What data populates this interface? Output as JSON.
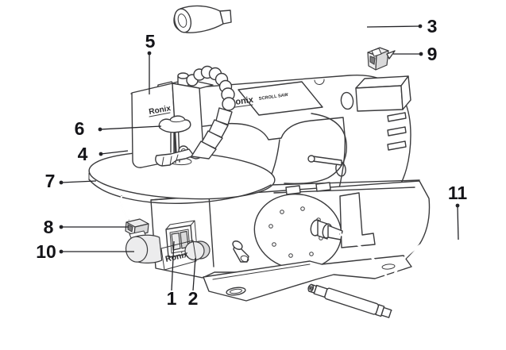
{
  "figure": {
    "type": "labeled-parts-diagram",
    "subject": "scroll saw line drawing with numbered callouts",
    "branding": {
      "head_logo": "Ronix",
      "arm_logo": "Ronix",
      "arm_model_text": "SCROLL SAW",
      "front_panel_logo": "Ronix"
    },
    "callouts": [
      {
        "number": "1"
      },
      {
        "number": "2"
      },
      {
        "number": "3"
      },
      {
        "number": "4"
      },
      {
        "number": "5"
      },
      {
        "number": "6"
      },
      {
        "number": "7"
      },
      {
        "number": "8"
      },
      {
        "number": "9"
      },
      {
        "number": "10"
      },
      {
        "number": "11"
      }
    ],
    "colors": {
      "background": "#ffffff",
      "line": "#3b3b3d",
      "label": "#141418",
      "shade_light": "#ececed",
      "shade_mid": "#d9d9da"
    }
  }
}
